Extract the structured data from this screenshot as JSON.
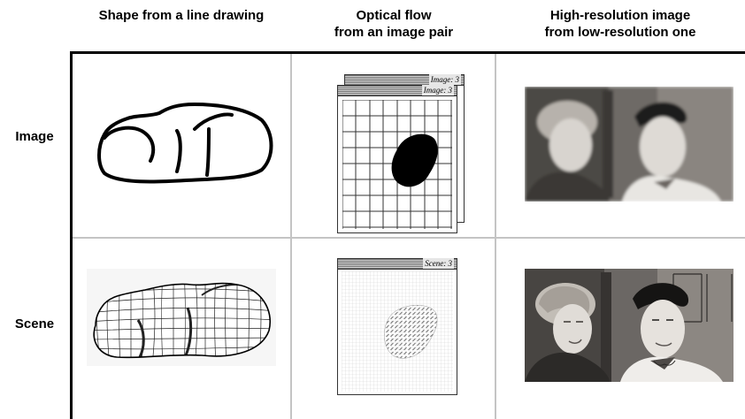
{
  "headers": [
    {
      "line1": "Shape from a line drawing",
      "line2": ""
    },
    {
      "line1": "Optical flow",
      "line2": "from an image pair"
    },
    {
      "line1": "High-resolution image",
      "line2": "from low-resolution one"
    }
  ],
  "rows": [
    "Image",
    "Scene"
  ],
  "optical_flow": {
    "image_window_back_title": "Image: 3",
    "image_window_front_title": "Image: 3",
    "scene_window_title": "Scene: 3"
  },
  "colors": {
    "frame": "#000000",
    "gridline": "#c4c4c4",
    "blob": "#000000",
    "flow_arrows": "#8a8a8a"
  }
}
